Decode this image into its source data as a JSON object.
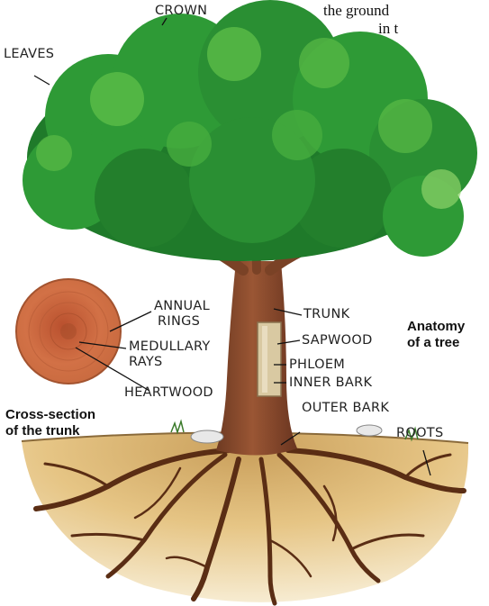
{
  "intro_fragments": {
    "line1": "the ground",
    "line2": "in t"
  },
  "labels": {
    "crown": "CROWN",
    "leaves": "LEAVES",
    "annual_rings": [
      "ANNUAL",
      "RINGS"
    ],
    "medullary_rays": [
      "MEDULLARY",
      "RAYS"
    ],
    "heartwood": "HEARTWOOD",
    "trunk": "TRUNK",
    "sapwood": "SAPWOOD",
    "phloem": "PHLOEM",
    "inner_bark": "INNER BARK",
    "outer_bark": "OUTER BARK",
    "roots": "ROOTS"
  },
  "captions": {
    "cross_section": [
      "Cross-section",
      "of the trunk"
    ],
    "anatomy": [
      "Anatomy",
      "of a tree"
    ]
  },
  "colors": {
    "foliage_dark": "#1f7a2a",
    "foliage": "#2e9a36",
    "foliage_light": "#63c24a",
    "trunk": "#8a4b2c",
    "trunk_dark": "#6a3520",
    "soil": "#e9c98a",
    "soil_dark": "#c79a55",
    "roots": "#5a2d14",
    "ring": "#c8683e"
  }
}
